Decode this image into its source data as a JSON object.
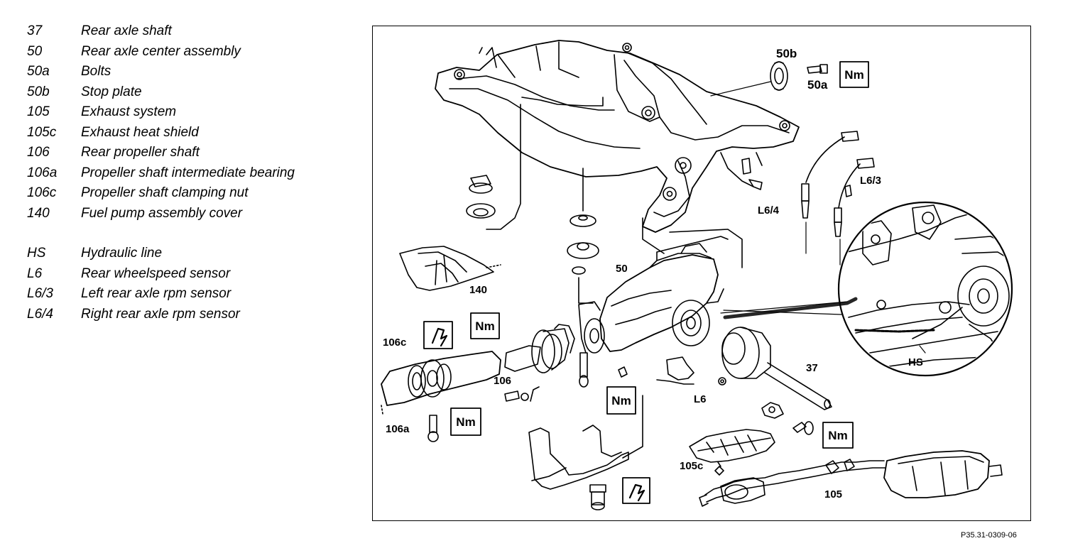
{
  "legend": {
    "group1": [
      {
        "code": "37",
        "desc": "Rear axle shaft"
      },
      {
        "code": "50",
        "desc": "Rear axle center assembly"
      },
      {
        "code": "50a",
        "desc": "Bolts"
      },
      {
        "code": "50b",
        "desc": "Stop plate"
      },
      {
        "code": "105",
        "desc": "Exhaust system"
      },
      {
        "code": "105c",
        "desc": "Exhaust heat shield"
      },
      {
        "code": "106",
        "desc": "Rear propeller shaft"
      },
      {
        "code": "106a",
        "desc": "Propeller shaft intermediate bearing"
      },
      {
        "code": "106c",
        "desc": "Propeller shaft clamping nut"
      },
      {
        "code": "140",
        "desc": "Fuel pump assembly cover"
      }
    ],
    "group2": [
      {
        "code": "HS",
        "desc": "Hydraulic line"
      },
      {
        "code": "L6",
        "desc": "Rear wheelspeed sensor"
      },
      {
        "code": "L6/3",
        "desc": "Left rear axle rpm sensor"
      },
      {
        "code": "L6/4",
        "desc": "Right rear axle rpm sensor"
      }
    ]
  },
  "diagram": {
    "callouts": {
      "c50b": "50b",
      "c50a": "50a",
      "cL63": "L6/3",
      "cL64": "L6/4",
      "c140": "140",
      "c50": "50",
      "c106c": "106c",
      "c106": "106",
      "c106a": "106a",
      "cL6": "L6",
      "c37": "37",
      "c105c": "105c",
      "c105": "105",
      "cHS": "HS"
    },
    "torque_symbol": "Nm",
    "figure_id": "P35.31-0309-06"
  }
}
